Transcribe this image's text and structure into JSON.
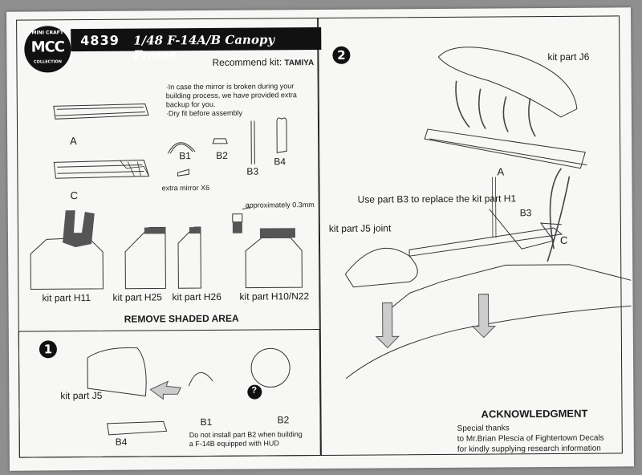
{
  "header": {
    "code": "4839",
    "title": "1/48 F-14A/B Canopy Frame",
    "recommend_label": "Recommend kit:",
    "recommend_kit": "TAMIYA"
  },
  "logo": {
    "top": "MINI CRAFT",
    "mid": "MCC",
    "bottom": "COLLECTION"
  },
  "notes": [
    "·In case the mirror is broken during your",
    "building process, we have provided extra",
    "backup for you.",
    "·Dry fit before assembly"
  ],
  "parts": {
    "a": "A",
    "b1": "B1",
    "b2": "B2",
    "b3": "B3",
    "b4": "B4",
    "c": "C",
    "mirror": "extra mirror X6",
    "approx": "approximately 0.3mm"
  },
  "kit_parts": {
    "h11": "kit part H11",
    "h25": "kit part H25",
    "h26": "kit part H26",
    "h10": "kit part H10/N22"
  },
  "remove": "REMOVE SHADED AREA",
  "step1": {
    "num": "1",
    "j5": "kit part J5",
    "b4": "B4",
    "b1": "B1",
    "b2": "B2",
    "note1": "Do not install part B2 when building",
    "note2": "a F-14B equipped with HUD",
    "question": "?"
  },
  "step2": {
    "num": "2",
    "j6": "kit part J6",
    "a": "A",
    "b3_note": "Use part B3 to replace the kit part H1",
    "b3": "B3",
    "j5joint": "kit part J5 joint",
    "c": "C"
  },
  "ack": {
    "title": "ACKNOWLEDGMENT",
    "l1": "Special thanks",
    "l2": "to Mr.Brian Plescia of Fightertown Decals",
    "l3": "for kindly supplying research information"
  }
}
